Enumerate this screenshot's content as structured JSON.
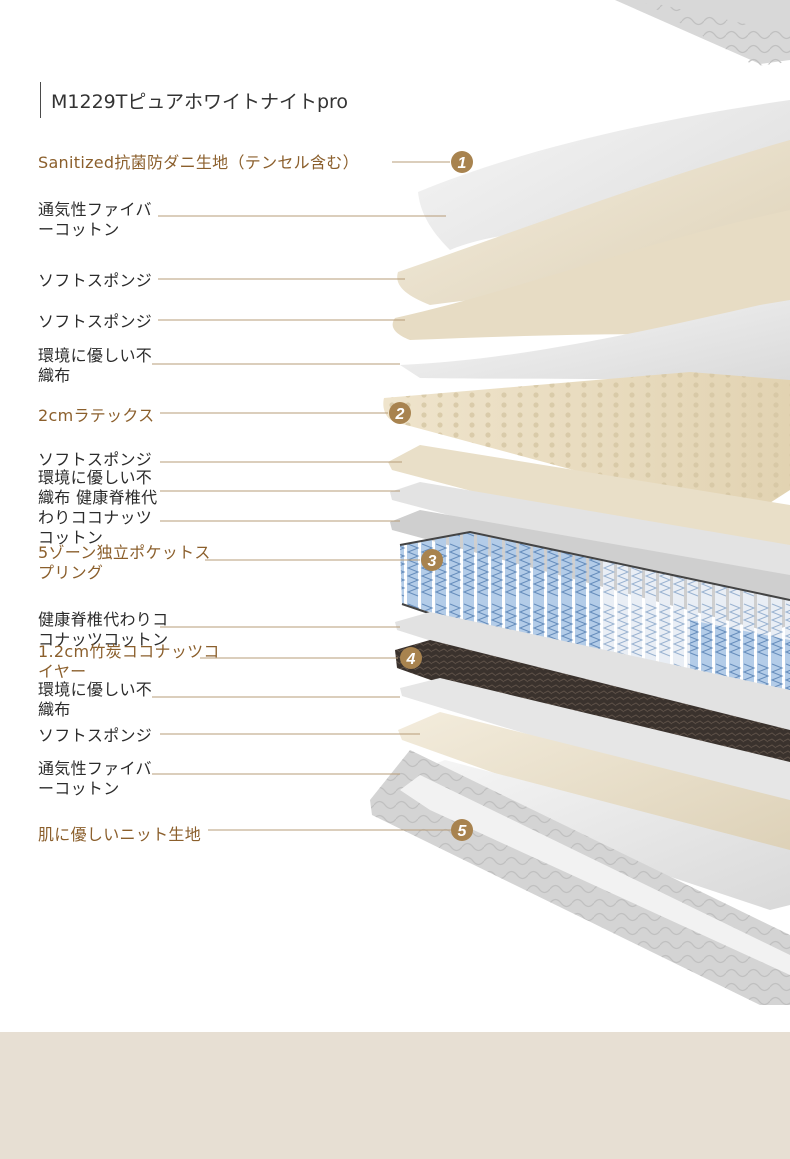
{
  "product": {
    "title": "M1229Tピュアホワイトナイトpro"
  },
  "colors": {
    "accent": "#8b5f2c",
    "badge": "#a8834f",
    "text": "#2b2b2b",
    "footer": "#e7dfd3"
  },
  "layers": [
    {
      "label": "Sanitized抗菌防ダニ生地（テンセル含む）",
      "highlight": true
    },
    {
      "label": "通気性ファイバ\nーコットン",
      "highlight": false
    },
    {
      "label": "ソフトスポンジ",
      "highlight": false
    },
    {
      "label": "ソフトスポンジ",
      "highlight": false
    },
    {
      "label": "環境に優しい不\n織布",
      "highlight": false
    },
    {
      "label": "2cmラテックス",
      "highlight": true
    },
    {
      "label": "ソフトスポンジ",
      "highlight": false
    },
    {
      "label": "環境に優しい不\n織布 健康脊椎代\nわりココナッツ\nコットン",
      "highlight": false
    },
    {
      "label": "5ゾーン独立ポケットス\nプリング",
      "highlight": true
    },
    {
      "label": "健康脊椎代わりコ\nコナッツコットン",
      "highlight": false
    },
    {
      "label": "1.2cm竹炭ココナッツコ\nイヤー",
      "highlight": true
    },
    {
      "label": "環境に優しい不\n織布",
      "highlight": false
    },
    {
      "label": "ソフトスポンジ",
      "highlight": false
    },
    {
      "label": "通気性ファイバ\nーコットン",
      "highlight": false
    },
    {
      "label": "肌に優しいニット生地",
      "highlight": true
    }
  ],
  "badges": [
    "1",
    "2",
    "3",
    "4",
    "5"
  ]
}
